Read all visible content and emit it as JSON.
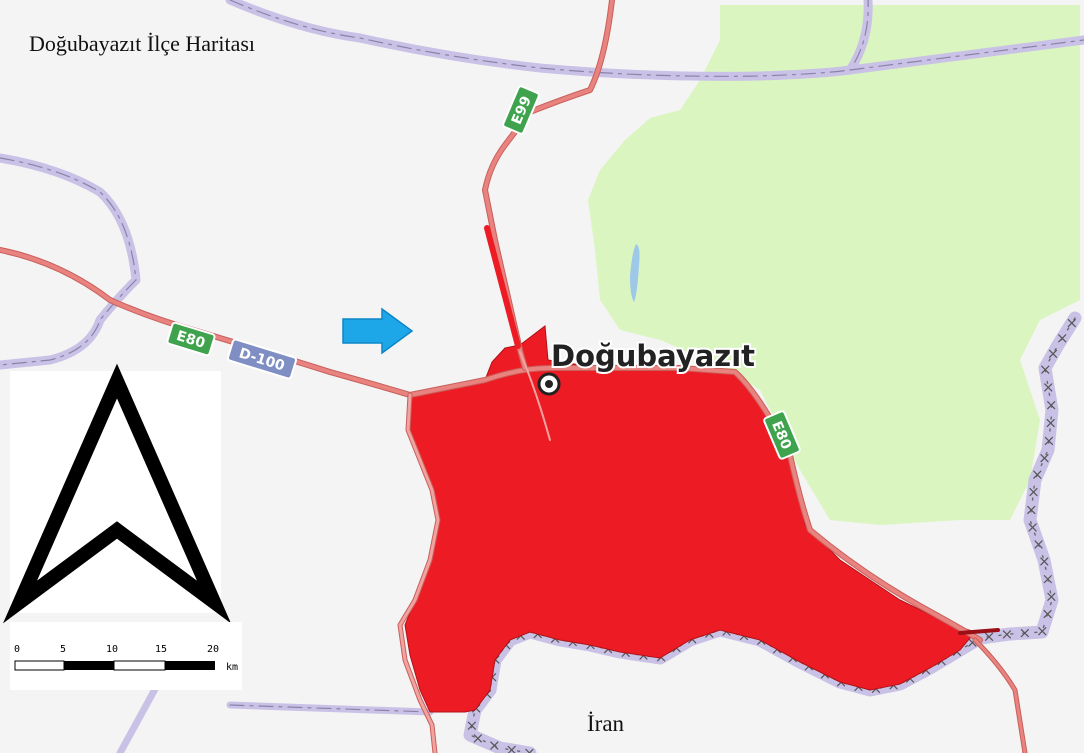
{
  "map": {
    "title": "Doğubayazıt İlçe Haritası",
    "city_label": "Doğubayazıt",
    "country_label": "İran",
    "roads": [
      {
        "shield": "E99",
        "color": "#3fa34d"
      },
      {
        "shield": "E80",
        "color": "#3fa34d"
      },
      {
        "shield": "D-100",
        "color": "#7f8fc4"
      },
      {
        "shield": "E80",
        "color": "#3fa34d"
      }
    ],
    "colors": {
      "district_fill": "#ed1c24",
      "forest_fill": "#dbf5c0",
      "road_stroke": "#e8837f",
      "border_stroke": "#c9c2e6",
      "arrow_color": "#1ea7e8"
    },
    "north_arrow_icon": "north-arrow-icon",
    "pointer_icon": "arrow-right-icon",
    "city_marker_icon": "city-center-icon",
    "scale_bar": {
      "ticks": [
        "0",
        "5",
        "10",
        "15",
        "20"
      ],
      "unit": "km"
    }
  }
}
